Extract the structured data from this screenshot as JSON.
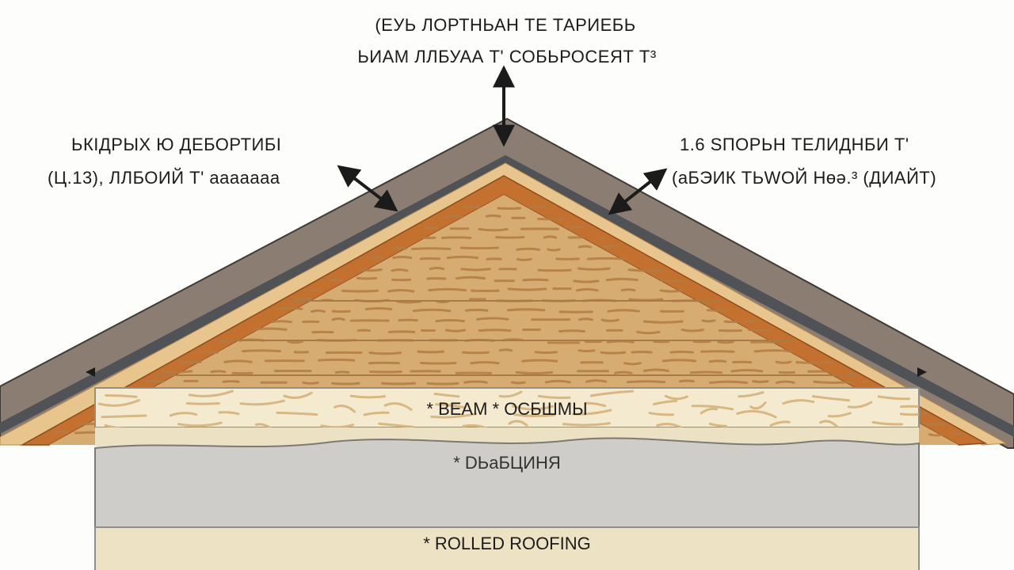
{
  "annotations": {
    "top": {
      "line1": "(ЕУЬ ЛОРТНЬАН ТЕ ТАРИЕБЬ",
      "line2": "ЬИАМ ЛЛБУАА Т' СОБЬРОСЕЯТ Т³"
    },
    "left": {
      "line1": "ЬКІДРЫХ Ю ДЕБОРТИБІ",
      "line2": "(Ц.13), ЛЛБОИЙ Т' ааааааа"
    },
    "right": {
      "line1": "1.6 SПОРЬН ТЕЛИДНБИ Т'",
      "line2": "(аБЭИК ТЬWОЙ Нөә.³ (ДИАЙТ)"
    }
  },
  "layers": {
    "beam": "* BEAM * ОСБШМЫ",
    "decking": "* DЬаБЦИНЯ",
    "rolled": "* ROLLED ROOFING"
  },
  "colors": {
    "background": "#fdfdfb",
    "roof_cover": "#8c7d72",
    "roof_edge": "#3e3b37",
    "membrane": "#4f5357",
    "fascia_light": "#e7c58d",
    "rafter": "#c4702e",
    "sheathing": "#d7ac72",
    "grain": "#b27c42",
    "beam": "#f4ead0",
    "beam_grain": "#d7b278",
    "decking": "#cfcdc9",
    "rolled": "#eee2c4",
    "arrow": "#1b1b1b"
  }
}
